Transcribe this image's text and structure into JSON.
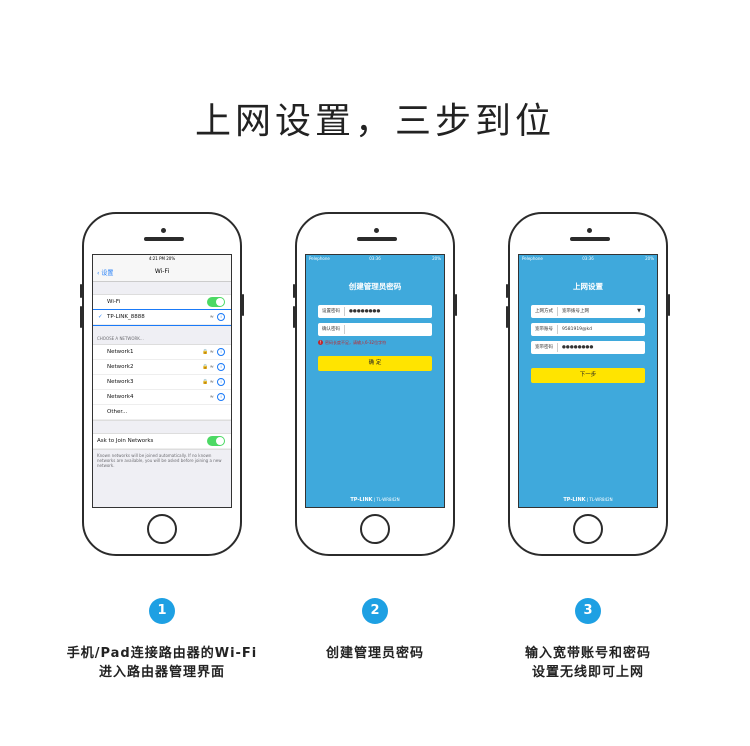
{
  "headline": "上网设置，三步到位",
  "phone1": {
    "status": "4:21 PM",
    "battery": "20%",
    "back": "设置",
    "title": "Wi-Fi",
    "wifi_label": "Wi-Fi",
    "connected": "TP-LINK_8888",
    "section": "CHOOSE A NETWORK...",
    "networks": [
      "Network1",
      "Network2",
      "Network3",
      "Network4",
      "Other..."
    ],
    "ask_label": "Ask to Join Networks",
    "note": "Known networks will be joined automatically. If no known networks are available, you will be asked before joining a new network."
  },
  "phone2": {
    "carrier": "Pelephone",
    "time": "03:36",
    "battery": "20%",
    "title": "创建管理员密码",
    "field1_label": "设置密码",
    "field1_value": "●●●●●●●●",
    "field2_label": "确认密码",
    "error": "密码长度不足，请输入6-32位字符",
    "button": "确 定",
    "brand": "TP-LINK",
    "model": "TL-WR842N"
  },
  "phone3": {
    "carrier": "Pelephone",
    "time": "03:36",
    "battery": "20%",
    "title": "上网设置",
    "field1_label": "上网方式",
    "field1_value": "宽带拨号上网",
    "field2_label": "宽带账号",
    "field2_value": "9581919@kd",
    "field3_label": "宽带密码",
    "field3_value": "●●●●●●●●",
    "button": "下一步",
    "brand": "TP-LINK",
    "model": "TL-WR842N"
  },
  "steps": [
    {
      "num": "1",
      "line1": "手机/Pad连接路由器的Wi-Fi",
      "line2": "进入路由器管理界面"
    },
    {
      "num": "2",
      "line1": "创建管理员密码",
      "line2": ""
    },
    {
      "num": "3",
      "line1": "输入宽带账号和密码",
      "line2": "设置无线即可上网"
    }
  ],
  "colors": {
    "accent": "#1ea0e3",
    "screen_blue": "#3fa9dc",
    "button_yellow": "#ffe400",
    "toggle_green": "#4cd964"
  }
}
